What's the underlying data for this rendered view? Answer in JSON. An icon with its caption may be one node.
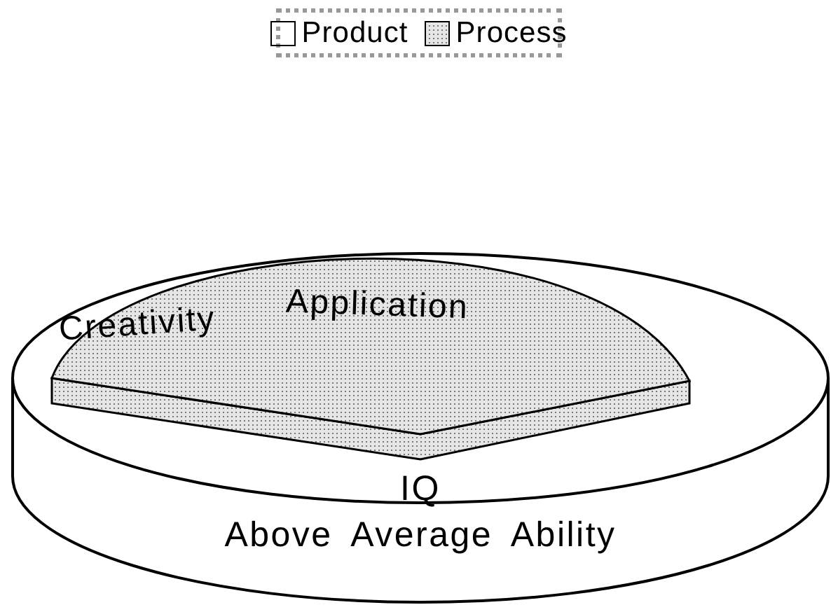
{
  "diagram": {
    "nodes": [
      {
        "text": [
          "IQ",
          "Above Average Ability"
        ]
      },
      {
        "text": [
          "Creativity",
          "Application"
        ],
        "in": 0
      }
    ],
    "legend": [
      {
        "text": "Product"
      },
      {
        "text": "Process"
      }
    ]
  }
}
